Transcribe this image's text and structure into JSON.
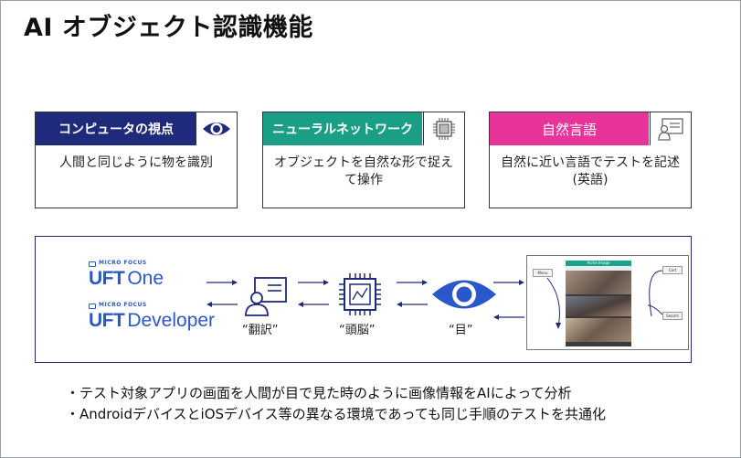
{
  "title": "AI オブジェクト認識機能",
  "cards": [
    {
      "heading": "コンピュータの視点",
      "icon": "eye-icon",
      "body": "人間と同じように物を識別",
      "color": "#1f2a7a"
    },
    {
      "heading": "ニューラルネットワーク",
      "icon": "chip-icon",
      "body": "オブジェクトを自然な形で捉えて操作",
      "color": "#1a9e84"
    },
    {
      "heading": "自然言語",
      "icon": "presenter-icon",
      "body": "自然に近い言語でテストを記述(英語)",
      "color": "#e8349a"
    }
  ],
  "flow": {
    "products": [
      {
        "brand": "MICRO FOCUS",
        "name": "UFT",
        "suffix": "One"
      },
      {
        "brand": "MICRO FOCUS",
        "name": "UFT",
        "suffix": "Developer"
      }
    ],
    "translate_label": "“翻訳”",
    "brain_label": "“頭脳”",
    "eye_label": "“目”",
    "app_screen": {
      "header": "Acme Image",
      "buttons": [
        "Menu",
        "Cart",
        "Search"
      ]
    }
  },
  "bullets": [
    "・テスト対象アプリの画面を人間が目で見た時のように画像情報をAIによって分析",
    "・AndroidデバイスとiOSデバイス等の異なる環境であっても同じ手順のテストを共通化"
  ]
}
